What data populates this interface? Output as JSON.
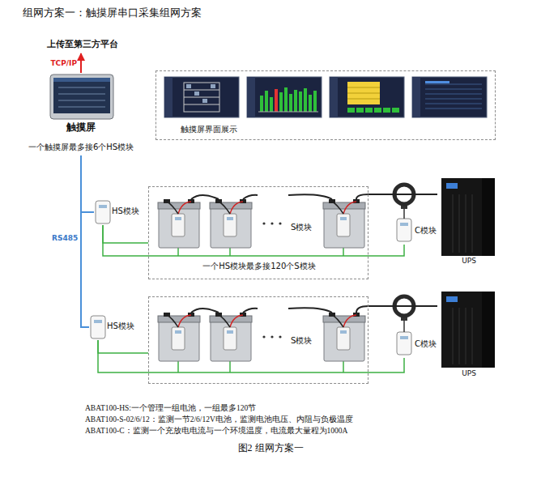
{
  "diagram": {
    "title": "组网方案一：触摸屏串口采集组网方案",
    "caption": "图2 组网方案一",
    "nodes": [
      {
        "text": [
          "上传至第三方平台"
        ]
      },
      {
        "text": [
          "触摸屏",
          "一个触摸屏最多接6个HS模块"
        ]
      },
      {
        "text": [
          "触摸屏界面展示"
        ]
      },
      {
        "text": [
          "HS模块"
        ]
      },
      {
        "text": [
          "S模块",
          "一个HS模块最多接120个S模块"
        ]
      },
      {
        "text": [
          "C模块"
        ]
      },
      {
        "text": [
          "UPS"
        ]
      },
      {
        "text": [
          "HS模块"
        ]
      },
      {
        "text": [
          "S模块"
        ]
      },
      {
        "text": [
          "C模块"
        ]
      },
      {
        "text": [
          "UPS"
        ]
      }
    ],
    "edges": [
      {
        "from": 1,
        "to": 0,
        "label": "TCP/IP",
        "arrow": "to"
      },
      {
        "from": 1,
        "to": 3,
        "arrow": "none"
      },
      {
        "from": 1,
        "to": 7,
        "arrow": "none"
      },
      {
        "from": 3,
        "to": 4,
        "arrow": "none"
      },
      {
        "from": 3,
        "to": 5,
        "arrow": "none"
      },
      {
        "from": 4,
        "to": 6,
        "arrow": "none"
      },
      {
        "from": 7,
        "to": 8,
        "arrow": "none"
      },
      {
        "from": 7,
        "to": 9,
        "arrow": "none"
      },
      {
        "from": 8,
        "to": 10,
        "arrow": "none"
      }
    ],
    "labels": [
      "RS485",
      "ABAT100-HS:一个管理一组电池，一组最多120节",
      "ABAT100-S-02/6/12：监测一节2/6/12V电池，监测电池电压、内阻与负极温度",
      "ABAT100-C：监测一个充放电电流与一个环境温度，电流最大量程为1000A"
    ]
  }
}
